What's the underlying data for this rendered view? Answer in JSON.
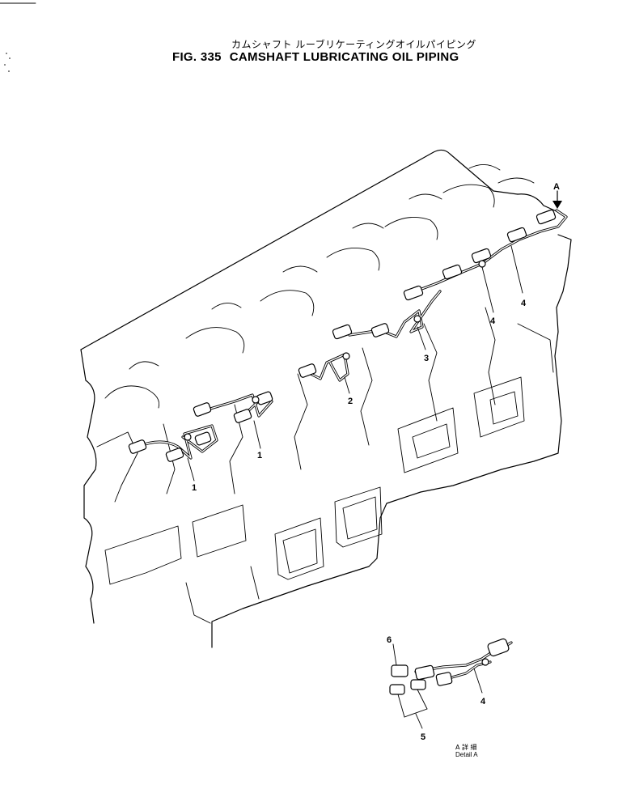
{
  "title": {
    "japanese": "カムシャフト ルーブリケーティングオイルパイピング",
    "fig_number": "FIG. 335",
    "english": "CAMSHAFT LUBRICATING OIL PIPING"
  },
  "view_marker": {
    "label": "A"
  },
  "callouts": {
    "c1": "1",
    "c1b": "1",
    "c2": "2",
    "c3": "3",
    "c4a": "4",
    "c4b": "4",
    "c4_detail": "4",
    "c5": "5",
    "c6": "6"
  },
  "detail": {
    "japanese": "A 詳 細",
    "english": "Detail  A"
  }
}
